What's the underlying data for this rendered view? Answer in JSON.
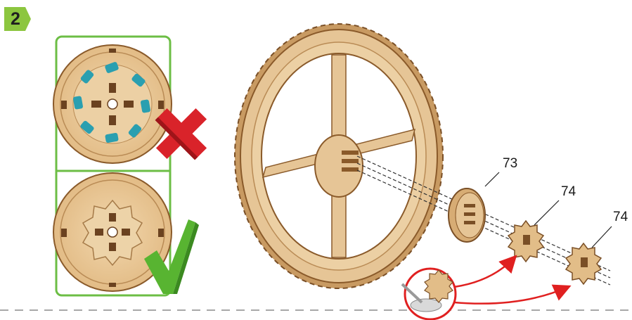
{
  "step": {
    "number": "2"
  },
  "parts": [
    {
      "id": "73",
      "label": "73"
    },
    {
      "id": "74a",
      "label": "74"
    },
    {
      "id": "74b",
      "label": "74"
    }
  ],
  "icons": {
    "wrong": "red-cross-icon",
    "right": "green-checkmark-icon",
    "glue": "glue-bowl-icon"
  },
  "colors": {
    "wood": "#e9c99a",
    "wood_dark": "#9a6a3a",
    "frame_green": "#6cbe45",
    "step_green": "#8cc63f",
    "cross_red": "#d9232a",
    "check_green": "#58b431",
    "teal_marker": "#2a9fb0",
    "arrow_red": "#e02020"
  }
}
